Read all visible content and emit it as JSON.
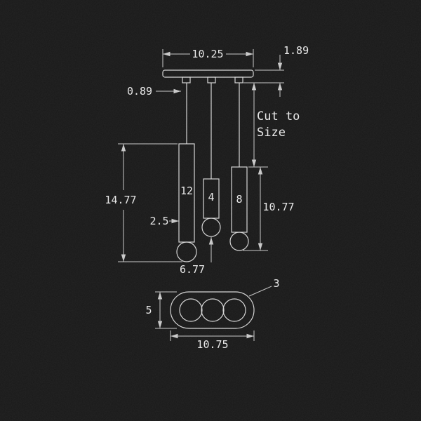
{
  "colors": {
    "background": "#181818",
    "line": "#d6d6d6",
    "text": "#e8e8e8"
  },
  "front_view": {
    "canopy_width": "10.25",
    "canopy_height": "1.89",
    "cord_diameter": "0.89",
    "cut_to_size_line1": "Cut to",
    "cut_to_size_line2": "Size",
    "pendant_left_overall": "14.77",
    "tube_diameter": "2.5",
    "tube_lengths": [
      "12",
      "4",
      "8"
    ],
    "pendant_right_overall": "10.77",
    "pendant_middle_overall": "6.77"
  },
  "top_view": {
    "canopy_depth": "5",
    "canopy_length": "10.75",
    "hole_diameter": "3"
  }
}
